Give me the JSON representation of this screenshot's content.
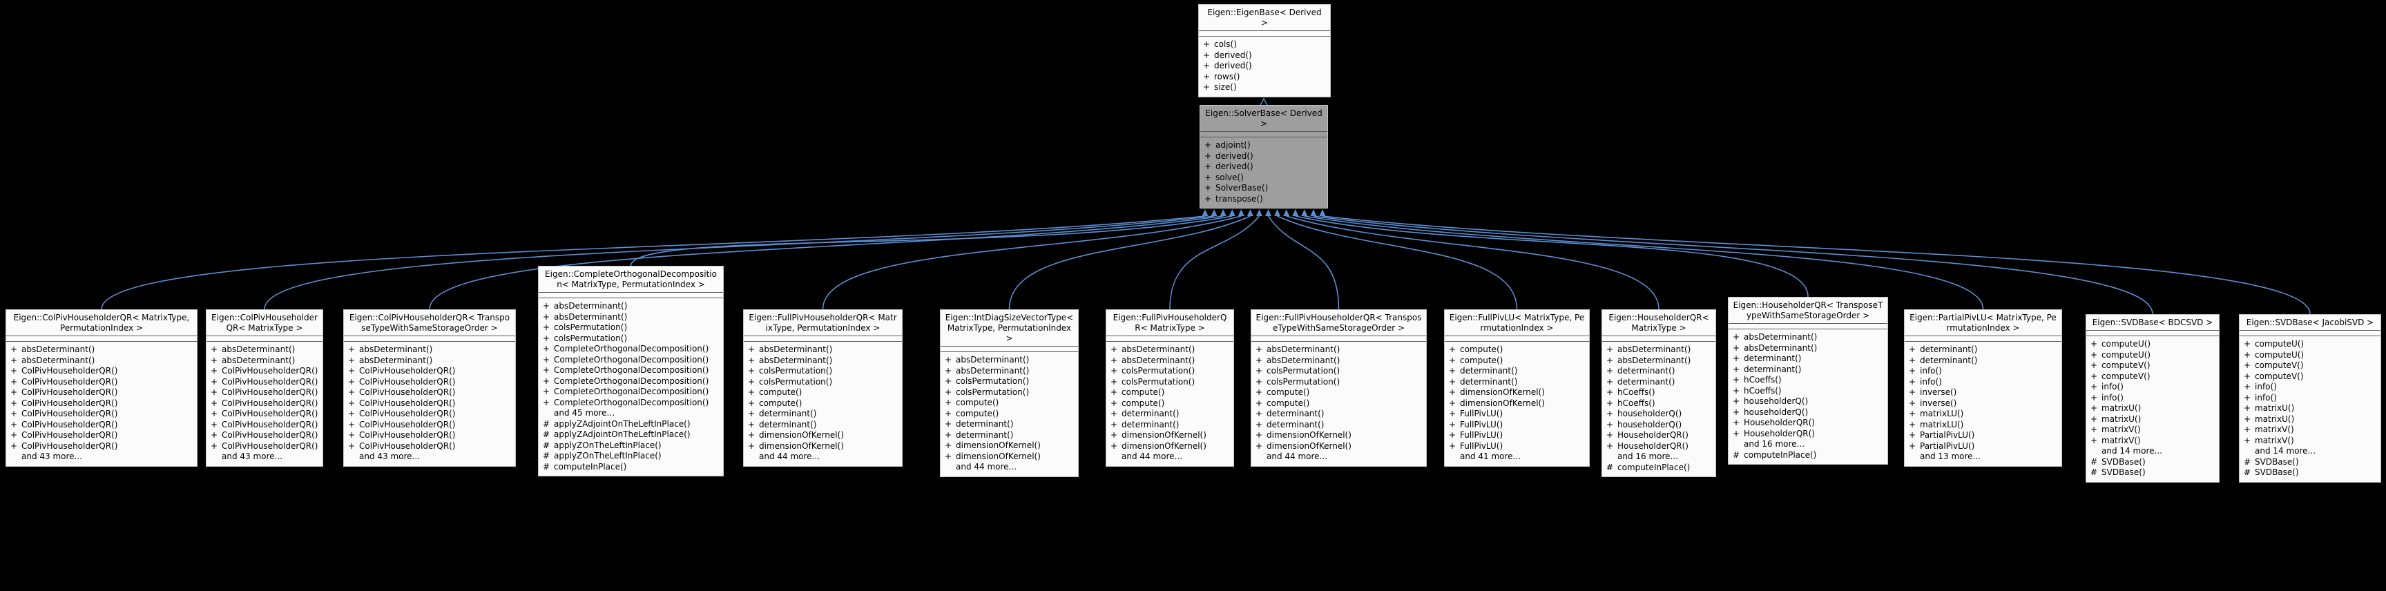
{
  "colors": {
    "background": "#000000",
    "edge": "#5b8fd4",
    "box_fill": "#fbfbfb",
    "box_border": "#c3c3c3",
    "highlight_fill": "#9e9e9e",
    "separator": "#5a5a5a",
    "text": "#000000"
  },
  "classes": {
    "base": {
      "title": "Eigen::EigenBase< Derived >",
      "methods": [
        {
          "access": "+",
          "label": "cols()"
        },
        {
          "access": "+",
          "label": "derived()"
        },
        {
          "access": "+",
          "label": "derived()"
        },
        {
          "access": "+",
          "label": "rows()"
        },
        {
          "access": "+",
          "label": "size()"
        }
      ]
    },
    "solver": {
      "title": "Eigen::SolverBase< Derived >",
      "methods": [
        {
          "access": "+",
          "label": "adjoint()"
        },
        {
          "access": "+",
          "label": "derived()"
        },
        {
          "access": "+",
          "label": "derived()"
        },
        {
          "access": "+",
          "label": "solve()"
        },
        {
          "access": "+",
          "label": "SolverBase()"
        },
        {
          "access": "+",
          "label": "transpose()"
        }
      ]
    },
    "derived": [
      {
        "title": "Eigen::ColPivHouseholderQR< MatrixType, PermutationIndex >",
        "methods": [
          {
            "access": "+",
            "label": "absDeterminant()"
          },
          {
            "access": "+",
            "label": "absDeterminant()"
          },
          {
            "access": "+",
            "label": "ColPivHouseholderQR()"
          },
          {
            "access": "+",
            "label": "ColPivHouseholderQR()"
          },
          {
            "access": "+",
            "label": "ColPivHouseholderQR()"
          },
          {
            "access": "+",
            "label": "ColPivHouseholderQR()"
          },
          {
            "access": "+",
            "label": "ColPivHouseholderQR()"
          },
          {
            "access": "+",
            "label": "ColPivHouseholderQR()"
          },
          {
            "access": "+",
            "label": "ColPivHouseholderQR()"
          },
          {
            "access": "+",
            "label": "ColPivHouseholderQR()"
          },
          {
            "access": "",
            "label": "and 43 more..."
          }
        ]
      },
      {
        "title": "Eigen::ColPivHouseholderQR< MatrixType >",
        "methods": [
          {
            "access": "+",
            "label": "absDeterminant()"
          },
          {
            "access": "+",
            "label": "absDeterminant()"
          },
          {
            "access": "+",
            "label": "ColPivHouseholderQR()"
          },
          {
            "access": "+",
            "label": "ColPivHouseholderQR()"
          },
          {
            "access": "+",
            "label": "ColPivHouseholderQR()"
          },
          {
            "access": "+",
            "label": "ColPivHouseholderQR()"
          },
          {
            "access": "+",
            "label": "ColPivHouseholderQR()"
          },
          {
            "access": "+",
            "label": "ColPivHouseholderQR()"
          },
          {
            "access": "+",
            "label": "ColPivHouseholderQR()"
          },
          {
            "access": "+",
            "label": "ColPivHouseholderQR()"
          },
          {
            "access": "",
            "label": "and 43 more..."
          }
        ]
      },
      {
        "title": "Eigen::ColPivHouseholderQR< TransposeTypeWithSameStorageOrder >",
        "methods": [
          {
            "access": "+",
            "label": "absDeterminant()"
          },
          {
            "access": "+",
            "label": "absDeterminant()"
          },
          {
            "access": "+",
            "label": "ColPivHouseholderQR()"
          },
          {
            "access": "+",
            "label": "ColPivHouseholderQR()"
          },
          {
            "access": "+",
            "label": "ColPivHouseholderQR()"
          },
          {
            "access": "+",
            "label": "ColPivHouseholderQR()"
          },
          {
            "access": "+",
            "label": "ColPivHouseholderQR()"
          },
          {
            "access": "+",
            "label": "ColPivHouseholderQR()"
          },
          {
            "access": "+",
            "label": "ColPivHouseholderQR()"
          },
          {
            "access": "+",
            "label": "ColPivHouseholderQR()"
          },
          {
            "access": "",
            "label": "and 43 more..."
          }
        ]
      },
      {
        "title": "Eigen::CompleteOrthogonalDecomposition< MatrixType, PermutationIndex >",
        "methods": [
          {
            "access": "+",
            "label": "absDeterminant()"
          },
          {
            "access": "+",
            "label": "absDeterminant()"
          },
          {
            "access": "+",
            "label": "colsPermutation()"
          },
          {
            "access": "+",
            "label": "colsPermutation()"
          },
          {
            "access": "+",
            "label": "CompleteOrthogonalDecomposition()"
          },
          {
            "access": "+",
            "label": "CompleteOrthogonalDecomposition()"
          },
          {
            "access": "+",
            "label": "CompleteOrthogonalDecomposition()"
          },
          {
            "access": "+",
            "label": "CompleteOrthogonalDecomposition()"
          },
          {
            "access": "+",
            "label": "CompleteOrthogonalDecomposition()"
          },
          {
            "access": "+",
            "label": "CompleteOrthogonalDecomposition()"
          },
          {
            "access": "",
            "label": "and 45 more..."
          },
          {
            "access": "#",
            "label": "applyZAdjointOnTheLeftInPlace()"
          },
          {
            "access": "#",
            "label": "applyZAdjointOnTheLeftInPlace()"
          },
          {
            "access": "#",
            "label": "applyZOnTheLeftInPlace()"
          },
          {
            "access": "#",
            "label": "applyZOnTheLeftInPlace()"
          },
          {
            "access": "#",
            "label": "computeInPlace()"
          }
        ]
      },
      {
        "title": "Eigen::FullPivHouseholderQR< MatrixType, PermutationIndex >",
        "methods": [
          {
            "access": "+",
            "label": "absDeterminant()"
          },
          {
            "access": "+",
            "label": "absDeterminant()"
          },
          {
            "access": "+",
            "label": "colsPermutation()"
          },
          {
            "access": "+",
            "label": "colsPermutation()"
          },
          {
            "access": "+",
            "label": "compute()"
          },
          {
            "access": "+",
            "label": "compute()"
          },
          {
            "access": "+",
            "label": "determinant()"
          },
          {
            "access": "+",
            "label": "determinant()"
          },
          {
            "access": "+",
            "label": "dimensionOfKernel()"
          },
          {
            "access": "+",
            "label": "dimensionOfKernel()"
          },
          {
            "access": "",
            "label": "and 44 more..."
          }
        ]
      },
      {
        "title": "Eigen::IntDiagSizeVectorType< MatrixType, PermutationIndex >",
        "methods": [
          {
            "access": "+",
            "label": "absDeterminant()"
          },
          {
            "access": "+",
            "label": "absDeterminant()"
          },
          {
            "access": "+",
            "label": "colsPermutation()"
          },
          {
            "access": "+",
            "label": "colsPermutation()"
          },
          {
            "access": "+",
            "label": "compute()"
          },
          {
            "access": "+",
            "label": "compute()"
          },
          {
            "access": "+",
            "label": "determinant()"
          },
          {
            "access": "+",
            "label": "determinant()"
          },
          {
            "access": "+",
            "label": "dimensionOfKernel()"
          },
          {
            "access": "+",
            "label": "dimensionOfKernel()"
          },
          {
            "access": "",
            "label": "and 44 more..."
          }
        ]
      },
      {
        "title": "Eigen::FullPivHouseholderQR< MatrixType >",
        "methods": [
          {
            "access": "+",
            "label": "absDeterminant()"
          },
          {
            "access": "+",
            "label": "absDeterminant()"
          },
          {
            "access": "+",
            "label": "colsPermutation()"
          },
          {
            "access": "+",
            "label": "colsPermutation()"
          },
          {
            "access": "+",
            "label": "compute()"
          },
          {
            "access": "+",
            "label": "compute()"
          },
          {
            "access": "+",
            "label": "determinant()"
          },
          {
            "access": "+",
            "label": "determinant()"
          },
          {
            "access": "+",
            "label": "dimensionOfKernel()"
          },
          {
            "access": "+",
            "label": "dimensionOfKernel()"
          },
          {
            "access": "",
            "label": "and 44 more..."
          }
        ]
      },
      {
        "title": "Eigen::FullPivHouseholderQR< TransposeTypeWithSameStorageOrder >",
        "methods": [
          {
            "access": "+",
            "label": "absDeterminant()"
          },
          {
            "access": "+",
            "label": "absDeterminant()"
          },
          {
            "access": "+",
            "label": "colsPermutation()"
          },
          {
            "access": "+",
            "label": "colsPermutation()"
          },
          {
            "access": "+",
            "label": "compute()"
          },
          {
            "access": "+",
            "label": "compute()"
          },
          {
            "access": "+",
            "label": "determinant()"
          },
          {
            "access": "+",
            "label": "determinant()"
          },
          {
            "access": "+",
            "label": "dimensionOfKernel()"
          },
          {
            "access": "+",
            "label": "dimensionOfKernel()"
          },
          {
            "access": "",
            "label": "and 44 more..."
          }
        ]
      },
      {
        "title": "Eigen::FullPivLU< MatrixType, PermutationIndex >",
        "methods": [
          {
            "access": "+",
            "label": "compute()"
          },
          {
            "access": "+",
            "label": "compute()"
          },
          {
            "access": "+",
            "label": "determinant()"
          },
          {
            "access": "+",
            "label": "determinant()"
          },
          {
            "access": "+",
            "label": "dimensionOfKernel()"
          },
          {
            "access": "+",
            "label": "dimensionOfKernel()"
          },
          {
            "access": "+",
            "label": "FullPivLU()"
          },
          {
            "access": "+",
            "label": "FullPivLU()"
          },
          {
            "access": "+",
            "label": "FullPivLU()"
          },
          {
            "access": "+",
            "label": "FullPivLU()"
          },
          {
            "access": "",
            "label": "and 41 more..."
          }
        ]
      },
      {
        "title": "Eigen::HouseholderQR< MatrixType >",
        "methods": [
          {
            "access": "+",
            "label": "absDeterminant()"
          },
          {
            "access": "+",
            "label": "absDeterminant()"
          },
          {
            "access": "+",
            "label": "determinant()"
          },
          {
            "access": "+",
            "label": "determinant()"
          },
          {
            "access": "+",
            "label": "hCoeffs()"
          },
          {
            "access": "+",
            "label": "hCoeffs()"
          },
          {
            "access": "+",
            "label": "householderQ()"
          },
          {
            "access": "+",
            "label": "householderQ()"
          },
          {
            "access": "+",
            "label": "HouseholderQR()"
          },
          {
            "access": "+",
            "label": "HouseholderQR()"
          },
          {
            "access": "",
            "label": "and 16 more..."
          },
          {
            "access": "#",
            "label": "computeInPlace()"
          }
        ]
      },
      {
        "title": "Eigen::HouseholderQR< TransposeTypeWithSameStorageOrder >",
        "methods": [
          {
            "access": "+",
            "label": "absDeterminant()"
          },
          {
            "access": "+",
            "label": "absDeterminant()"
          },
          {
            "access": "+",
            "label": "determinant()"
          },
          {
            "access": "+",
            "label": "determinant()"
          },
          {
            "access": "+",
            "label": "hCoeffs()"
          },
          {
            "access": "+",
            "label": "hCoeffs()"
          },
          {
            "access": "+",
            "label": "householderQ()"
          },
          {
            "access": "+",
            "label": "householderQ()"
          },
          {
            "access": "+",
            "label": "HouseholderQR()"
          },
          {
            "access": "+",
            "label": "HouseholderQR()"
          },
          {
            "access": "",
            "label": "and 16 more..."
          },
          {
            "access": "#",
            "label": "computeInPlace()"
          }
        ]
      },
      {
        "title": "Eigen::PartialPivLU< MatrixType, PermutationIndex >",
        "methods": [
          {
            "access": "+",
            "label": "determinant()"
          },
          {
            "access": "+",
            "label": "determinant()"
          },
          {
            "access": "+",
            "label": "info()"
          },
          {
            "access": "+",
            "label": "info()"
          },
          {
            "access": "+",
            "label": "inverse()"
          },
          {
            "access": "+",
            "label": "inverse()"
          },
          {
            "access": "+",
            "label": "matrixLU()"
          },
          {
            "access": "+",
            "label": "matrixLU()"
          },
          {
            "access": "+",
            "label": "PartialPivLU()"
          },
          {
            "access": "+",
            "label": "PartialPivLU()"
          },
          {
            "access": "",
            "label": "and 13 more..."
          }
        ]
      },
      {
        "title": "Eigen::SVDBase< BDCSVD >",
        "methods": [
          {
            "access": "+",
            "label": "computeU()"
          },
          {
            "access": "+",
            "label": "computeU()"
          },
          {
            "access": "+",
            "label": "computeV()"
          },
          {
            "access": "+",
            "label": "computeV()"
          },
          {
            "access": "+",
            "label": "info()"
          },
          {
            "access": "+",
            "label": "info()"
          },
          {
            "access": "+",
            "label": "matrixU()"
          },
          {
            "access": "+",
            "label": "matrixU()"
          },
          {
            "access": "+",
            "label": "matrixV()"
          },
          {
            "access": "+",
            "label": "matrixV()"
          },
          {
            "access": "",
            "label": "and 14 more..."
          },
          {
            "access": "#",
            "label": "SVDBase()"
          },
          {
            "access": "#",
            "label": "SVDBase()"
          }
        ]
      },
      {
        "title": "Eigen::SVDBase< JacobiSVD >",
        "methods": [
          {
            "access": "+",
            "label": "computeU()"
          },
          {
            "access": "+",
            "label": "computeU()"
          },
          {
            "access": "+",
            "label": "computeV()"
          },
          {
            "access": "+",
            "label": "computeV()"
          },
          {
            "access": "+",
            "label": "info()"
          },
          {
            "access": "+",
            "label": "info()"
          },
          {
            "access": "+",
            "label": "matrixU()"
          },
          {
            "access": "+",
            "label": "matrixU()"
          },
          {
            "access": "+",
            "label": "matrixV()"
          },
          {
            "access": "+",
            "label": "matrixV()"
          },
          {
            "access": "",
            "label": "and 14 more..."
          },
          {
            "access": "#",
            "label": "SVDBase()"
          },
          {
            "access": "#",
            "label": "SVDBase()"
          }
        ]
      }
    ]
  }
}
